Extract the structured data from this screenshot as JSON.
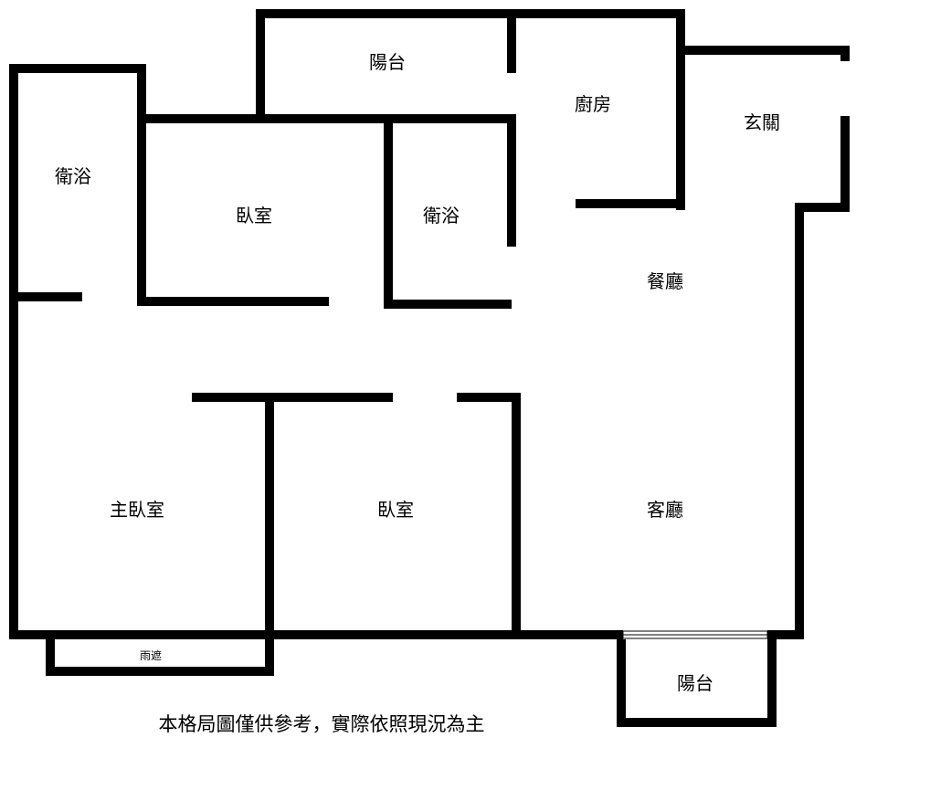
{
  "rooms": {
    "balcony_top": "陽台",
    "kitchen": "廚房",
    "entrance": "玄關",
    "bath_left": "衛浴",
    "bedroom_top": "臥室",
    "bath_middle": "衛浴",
    "dining": "餐廳",
    "master_bedroom": "主臥室",
    "bedroom_bottom": "臥室",
    "living": "客廳",
    "rain_shelter": "雨遮",
    "balcony_bottom": "陽台"
  },
  "note": "本格局圖僅供參考，實際依照現況為主",
  "colors": {
    "wall": "#000000",
    "background": "#ffffff"
  }
}
